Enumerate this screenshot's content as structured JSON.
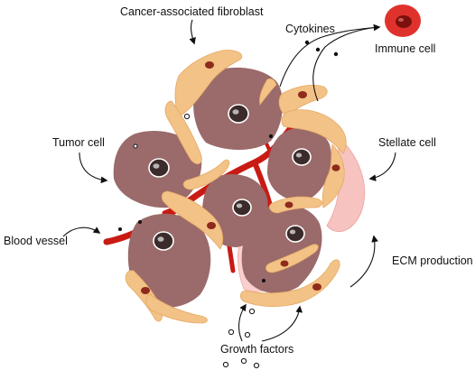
{
  "labels": {
    "caf": "Cancer-associated fibroblast",
    "cytokines": "Cytokines",
    "immune_cell": "Immune cell",
    "tumor_cell": "Tumor cell",
    "stellate_cell": "Stellate cell",
    "blood_vessel": "Blood vessel",
    "ecm_production": "ECM production",
    "growth_factors": "Growth factors"
  },
  "colors": {
    "tumor_cell": "#9b6a6a",
    "tumor_nucleus": "#3b2b2b",
    "fibroblast": "#f3c286",
    "fibroblast_nucleus": "#8f2a1c",
    "blood_vessel": "#c91a14",
    "stellate_cell": "#f6c3c1",
    "immune_cell": "#e0322c"
  }
}
